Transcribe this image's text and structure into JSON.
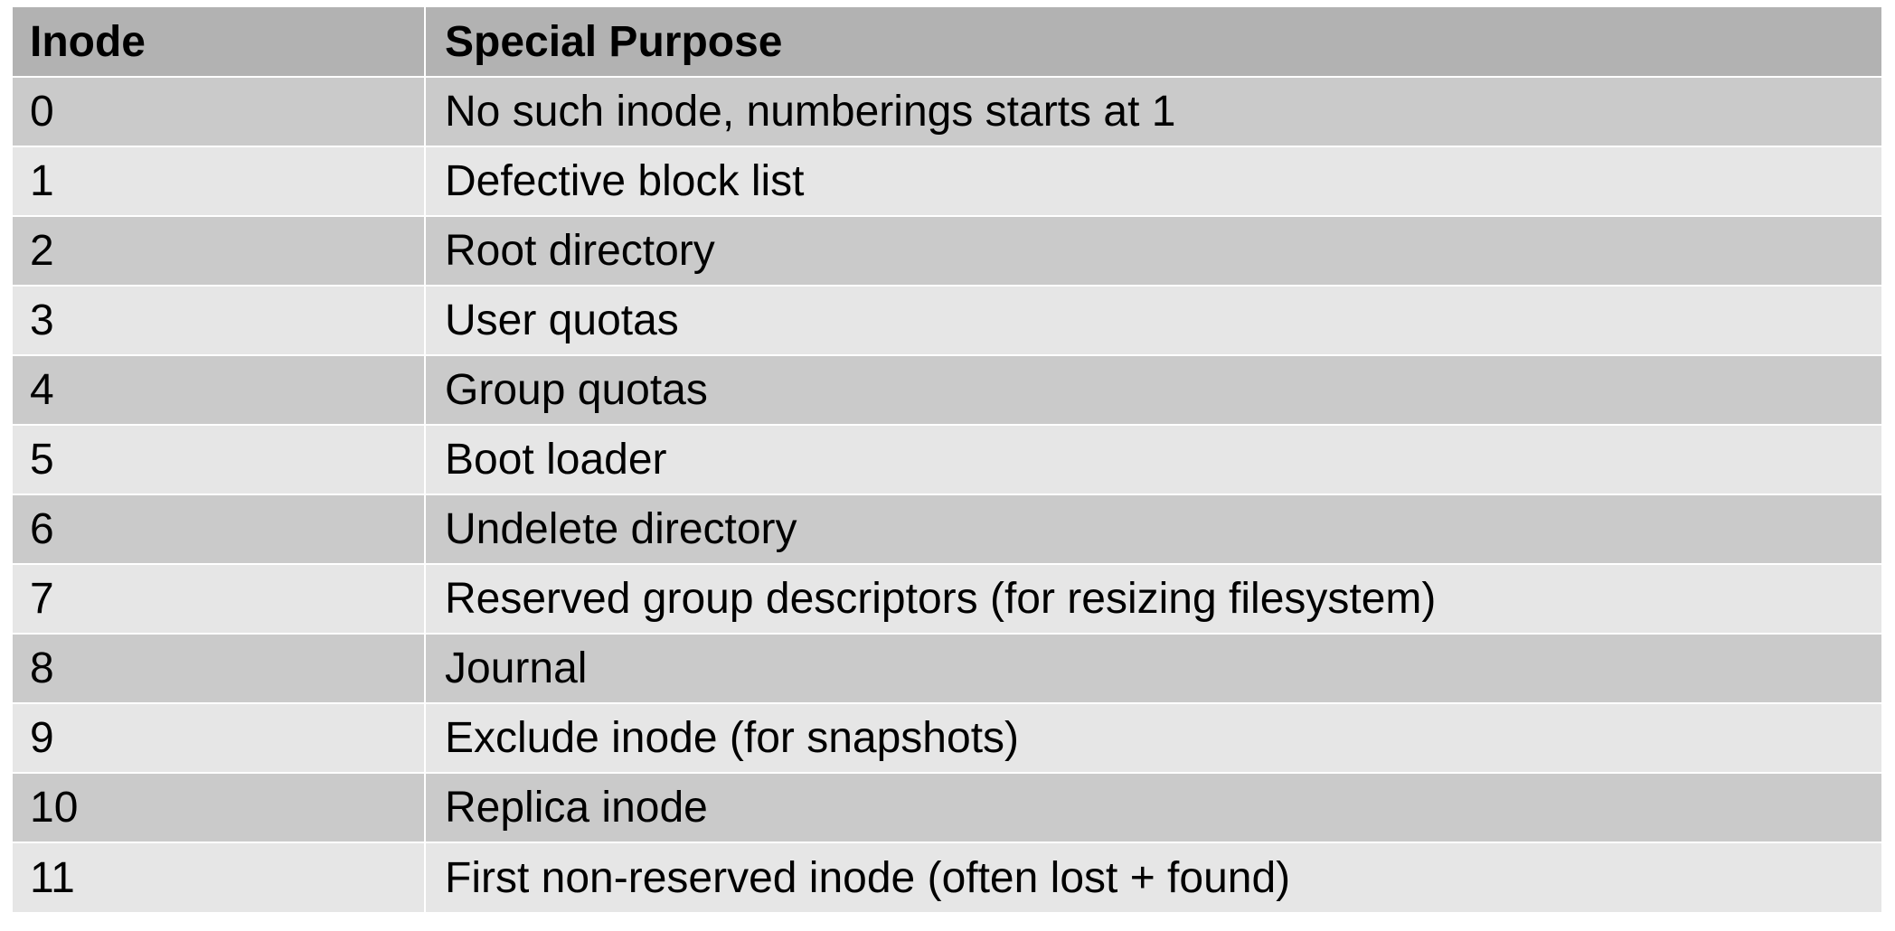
{
  "table": {
    "headers": [
      "Inode",
      "Special Purpose"
    ],
    "rows": [
      [
        "0",
        "No such inode, numberings starts at 1"
      ],
      [
        "1",
        "Defective block list"
      ],
      [
        "2",
        "Root directory"
      ],
      [
        "3",
        "User quotas"
      ],
      [
        "4",
        "Group quotas"
      ],
      [
        "5",
        "Boot loader"
      ],
      [
        "6",
        "Undelete directory"
      ],
      [
        "7",
        "Reserved group descriptors (for resizing filesystem)"
      ],
      [
        "8",
        "Journal"
      ],
      [
        "9",
        "Exclude inode (for snapshots)"
      ],
      [
        "10",
        "Replica inode"
      ],
      [
        "11",
        "First non-reserved inode (often lost + found)"
      ]
    ],
    "colors": {
      "header_bg": "#b2b2b2",
      "row_dark_bg": "#cacaca",
      "row_light_bg": "#e6e6e6",
      "divider": "#ffffff",
      "text": "#000000"
    }
  }
}
